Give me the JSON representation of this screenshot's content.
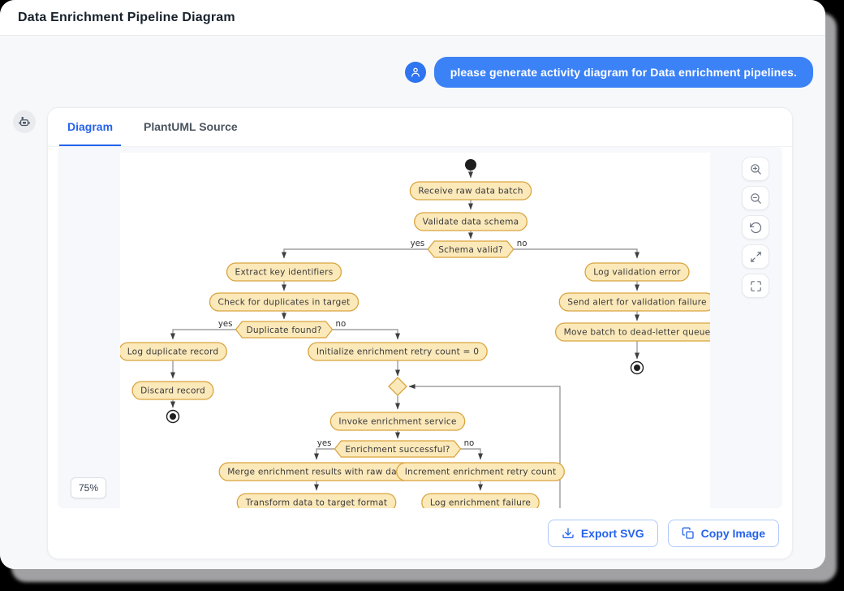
{
  "window": {
    "title": "Data Enrichment Pipeline Diagram"
  },
  "chat": {
    "user_message": "please generate activity diagram for Data enrichment pipelines."
  },
  "panel": {
    "tabs": [
      {
        "label": "Diagram"
      },
      {
        "label": "PlantUML Source"
      }
    ],
    "viewer": {
      "zoom_level": "75%",
      "controls": [
        "zoom-in",
        "zoom-out",
        "reset-view",
        "expand",
        "fullscreen"
      ]
    },
    "actions": {
      "export_svg": "Export SVG",
      "copy_image": "Copy Image"
    }
  },
  "diagram": {
    "type": "activity",
    "activities": {
      "receive": "Receive raw data batch",
      "validate": "Validate data schema",
      "extract": "Extract key identifiers",
      "check_dup": "Check for duplicates in target",
      "log_dup": "Log duplicate record",
      "discard": "Discard record",
      "init_retry": "Initialize enrichment retry count = 0",
      "invoke": "Invoke enrichment service",
      "merge": "Merge enrichment results with raw data",
      "transform": "Transform data to target format",
      "increment": "Increment enrichment retry count",
      "log_enrich_fail": "Log enrichment failure",
      "log_val_err": "Log validation error",
      "send_alert": "Send alert for validation failure",
      "move_batch": "Move batch to dead-letter queue"
    },
    "decisions": {
      "schema_valid": "Schema valid?",
      "duplicate_found": "Duplicate found?",
      "enrichment_successful": "Enrichment successful?"
    },
    "branch_labels": {
      "yes": "yes",
      "no": "no"
    },
    "colors": {
      "node_fill": "#FCE9BA",
      "node_border": "#D9A43F",
      "edge": "#8d8d8d",
      "accent_blue": "#2563eb",
      "bubble_blue": "#3b82f6"
    }
  }
}
